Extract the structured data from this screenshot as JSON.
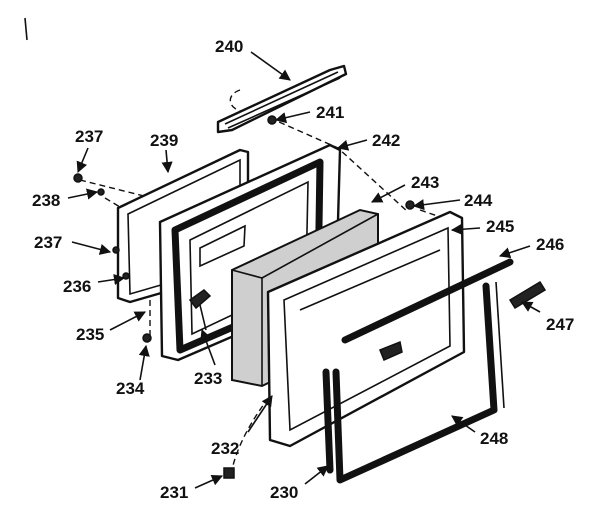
{
  "labels": {
    "p230": "230",
    "p231": "231",
    "p232": "232",
    "p233": "233",
    "p234": "234",
    "p235": "235",
    "p236": "236",
    "p237a": "237",
    "p237b": "237",
    "p238": "238",
    "p239": "239",
    "p240": "240",
    "p241": "241",
    "p242": "242",
    "p243": "243",
    "p244": "244",
    "p245": "245",
    "p246": "246",
    "p247": "247",
    "p248": "248"
  }
}
